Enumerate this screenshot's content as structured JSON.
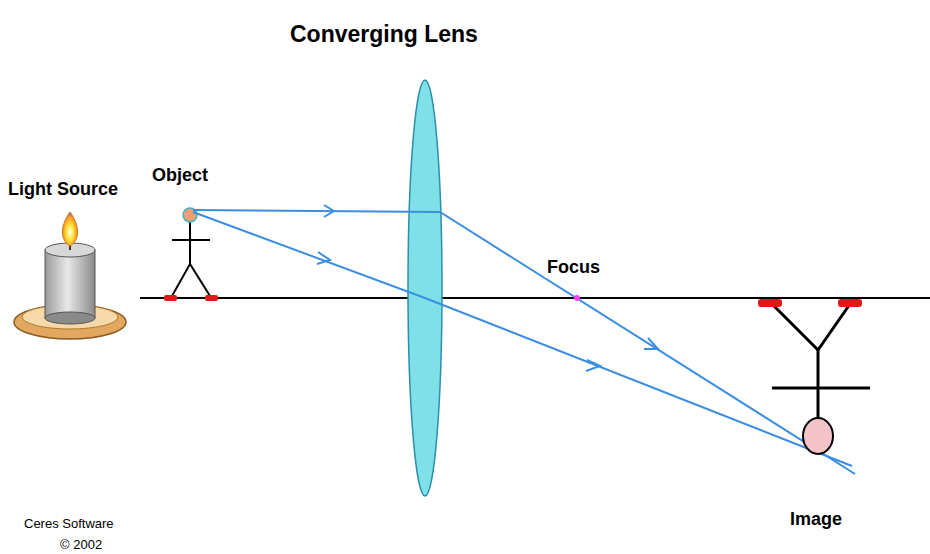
{
  "diagram": {
    "title": "Converging Lens",
    "labels": [
      "Light Source",
      "Object",
      "Focus",
      "Image",
      "Ceres Software",
      "© 2002"
    ]
  }
}
